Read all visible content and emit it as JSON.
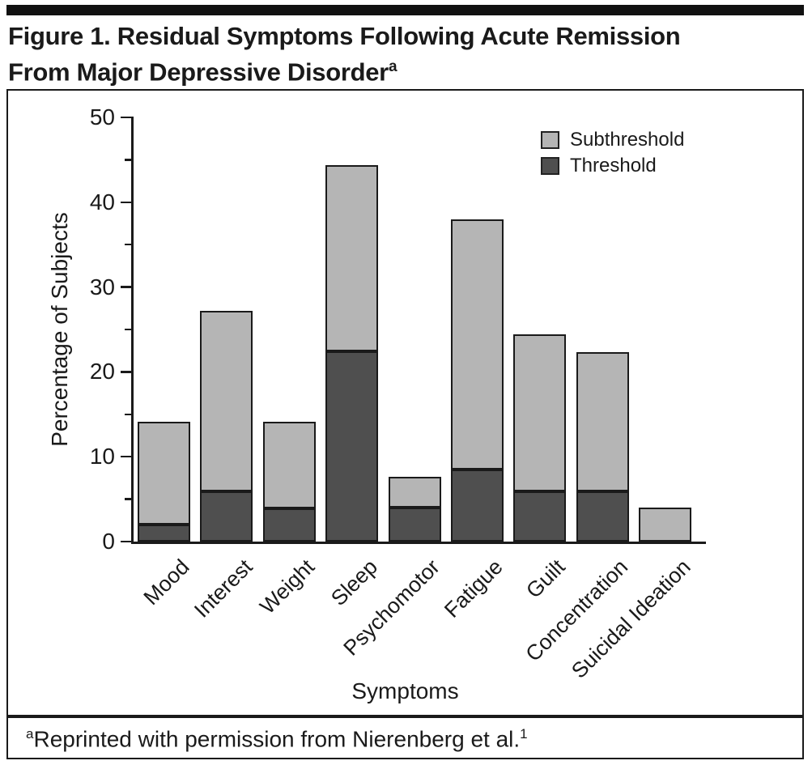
{
  "figure": {
    "title_line1": "Figure 1. Residual Symptoms Following Acute Remission",
    "title_line2": "From Major Depressive Disorder",
    "title_superscript": "a",
    "footnote_superscript": "a",
    "footnote_text": "Reprinted with permission from Nierenberg et al.",
    "footnote_ref_superscript": "1"
  },
  "chart_data": {
    "type": "bar",
    "stacked": true,
    "title": "",
    "xlabel": "Symptoms",
    "ylabel": "Percentage of Subjects",
    "ylim": [
      0,
      50
    ],
    "y_major_ticks": [
      0,
      10,
      20,
      30,
      40,
      50
    ],
    "y_minor_ticks": [
      5,
      15,
      25,
      35,
      45
    ],
    "grid": false,
    "legend_position": "top-right",
    "legend_entries": [
      "Subthreshold",
      "Threshold"
    ],
    "categories": [
      "Mood",
      "Interest",
      "Weight",
      "Sleep",
      "Psychomotor",
      "Fatigue",
      "Guilt",
      "Concentration",
      "Suicidal Ideation"
    ],
    "series": [
      {
        "name": "Threshold",
        "color": "#4f4f4f",
        "values": [
          2.0,
          5.9,
          3.9,
          22.4,
          4.0,
          8.5,
          5.9,
          5.9,
          0.0
        ]
      },
      {
        "name": "Subthreshold",
        "color": "#b5b5b5",
        "values": [
          12.1,
          21.3,
          10.2,
          22.0,
          3.6,
          29.5,
          18.5,
          16.4,
          4.0
        ]
      }
    ],
    "totals": [
      14.1,
      27.2,
      14.1,
      44.4,
      7.6,
      38.0,
      24.4,
      22.3,
      4.0
    ],
    "colors": {
      "threshold": "#4f4f4f",
      "subthreshold": "#b5b5b5",
      "axis": "#1a1a1a",
      "bar_border": "#1a1a1a"
    }
  }
}
